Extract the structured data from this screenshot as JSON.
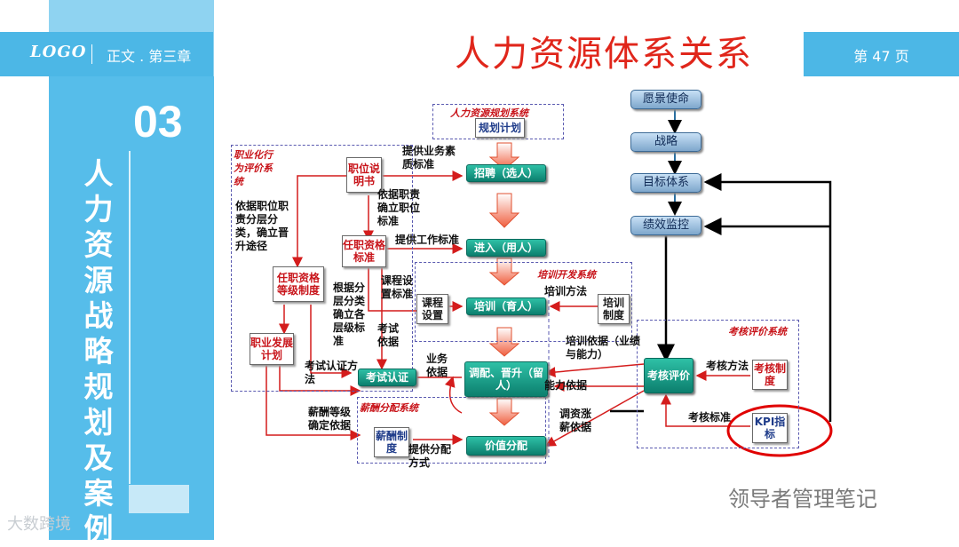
{
  "header": {
    "logo": "LOGO",
    "chapter": "正文 . 第三章",
    "title": "人力资源体系关系",
    "page": "第 47 页"
  },
  "side": {
    "number": "03",
    "vertical_title": "人力资源战略规划及案例"
  },
  "watermarks": {
    "bottom_left": "大数跨境",
    "bottom_right": "领导者管理笔记"
  },
  "systems": {
    "planning": "人力资源规划系统",
    "job": "职业化行为评价系统",
    "training": "培训开发系统",
    "assessment": "考核评价系统",
    "salary": "薪酬分配系统"
  },
  "boxes": {
    "plan": "规划计划",
    "recruit": "招聘（选人）",
    "enter": "进入（用人）",
    "train": "培训（育人）",
    "adjust": "调配、晋升（留人）",
    "value": "价值分配",
    "exam": "考试认证",
    "course": "课程设置",
    "evaluate": "考核评价",
    "vision": "愿景使命",
    "strategy": "战略",
    "goal": "目标体系",
    "monitor": "绩效监控"
  },
  "docs": {
    "job_desc": "职位说明书",
    "qualification": "任职资格标准",
    "qual_level": "任职资格等级制度",
    "career": "职业发展计划",
    "train_system": "培训制度",
    "assess_system": "考核制度",
    "kpi": "KPI指标",
    "salary_system": "薪酬制度"
  },
  "labels": {
    "l1": "提供业务素质标准",
    "l2": "依据职责确立职位标准",
    "l3": "依据职位职责分层分类，确立晋升途径",
    "l4": "提供工作标准",
    "l5": "课程设置标准",
    "l6": "根据分层分类确立各层级标准",
    "l7": "考试依据",
    "l8": "培训方法",
    "l9": "培训依据（业绩与能力）",
    "l10": "考试认证方法",
    "l11": "业务依据",
    "l12": "能力依据",
    "l13": "考核方法",
    "l14": "考核标准",
    "l15": "调资涨薪依据",
    "l16": "薪酬等级确定依据",
    "l17": "提供分配方式"
  },
  "colors": {
    "accent_blue": "#4cb7e6",
    "title_red": "#e0261b",
    "teal": "#12917c",
    "highlight_circle": "#e00000"
  }
}
